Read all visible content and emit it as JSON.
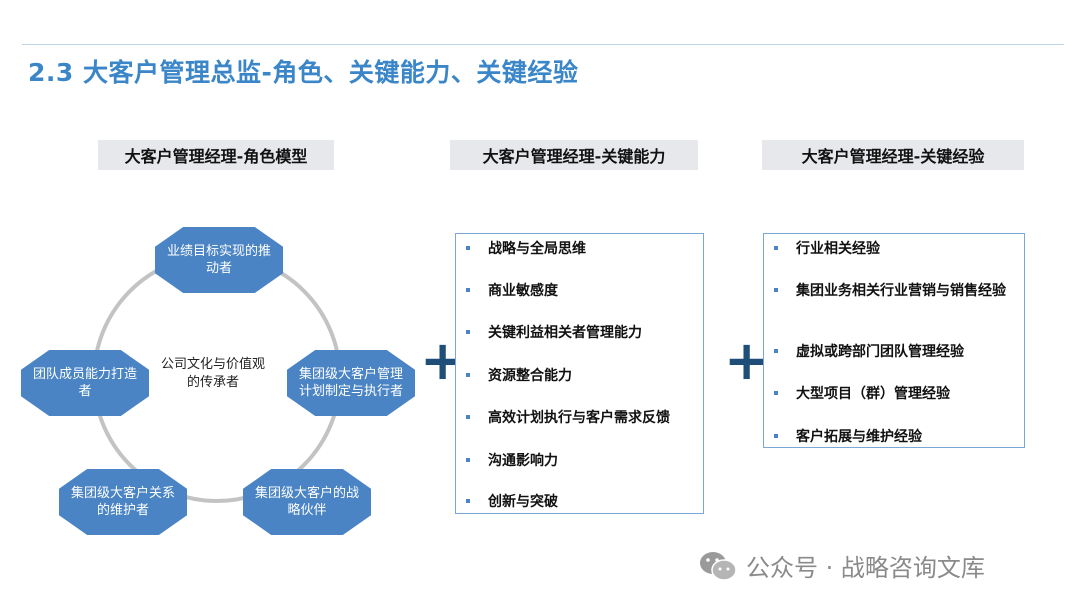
{
  "title": "2.3 大客户管理总监-角色、关键能力、关键经验",
  "columns": {
    "role_model": {
      "header": "大客户管理经理-角色模型",
      "center_text": "公司文化与价值观的传承者",
      "nodes": [
        "业绩目标实现的推动者",
        "集团级大客户管理计划制定与执行者",
        "集团级大客户的战略伙伴",
        "集团级大客户关系的维护者",
        "团队成员能力打造者"
      ]
    },
    "key_abilities": {
      "header": "大客户管理经理-关键能力",
      "items": [
        "战略与全局思维",
        "商业敏感度",
        "关键利益相关者管理能力",
        "资源整合能力",
        "高效计划执行与客户需求反馈",
        "沟通影响力",
        "创新与突破"
      ]
    },
    "key_experience": {
      "header": "大客户管理经理-关键经验",
      "items": [
        "行业相关经验",
        "集团业务相关行业营销与销售经验",
        "虚拟或跨部门团队管理经验",
        "大型项目（群）管理经验",
        "客户拓展与维护经验"
      ]
    }
  },
  "plus_symbol": "+",
  "watermark": "公众号 · 战略咨询文库",
  "colors": {
    "title": "#3a86c8",
    "node_fill": "#4a84c5",
    "ring": "#c3c3c3",
    "plus": "#1f4e79",
    "box_border": "#7aa7d6",
    "header_bg": "#e6e8eb"
  }
}
